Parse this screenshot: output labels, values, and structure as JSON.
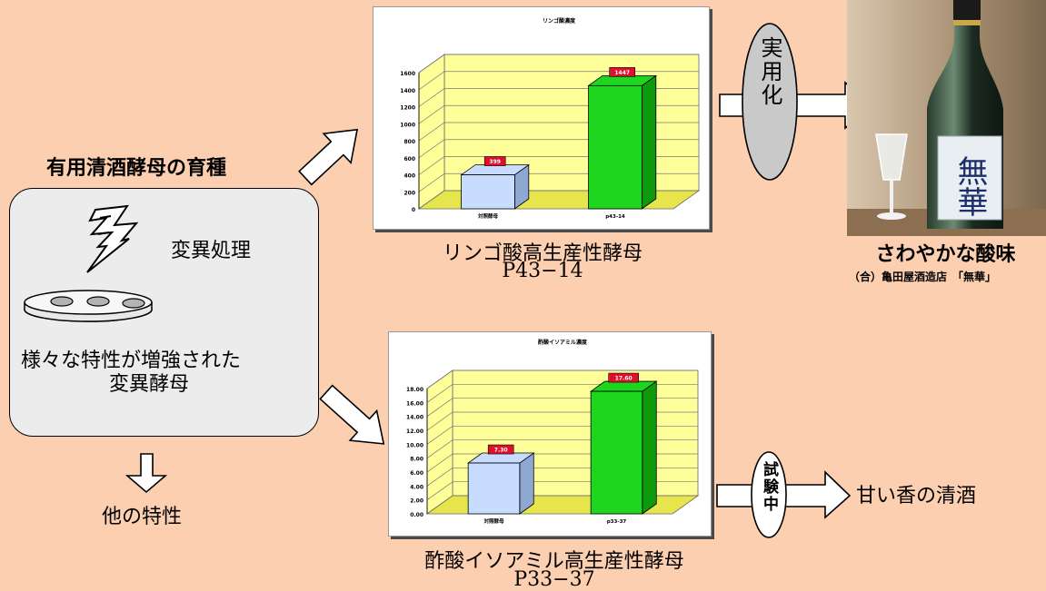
{
  "heading": "有用清酒酵母の育種",
  "mutation_label": "変異処理",
  "mutant_caption_line1": "様々な特性が増強された",
  "mutant_caption_line2": "変異酵母",
  "other_traits": "他の特性",
  "practical_use": "実用化",
  "under_test": "試験中",
  "sweet_sake": "甘い香の清酒",
  "malic_caption": "リンゴ酸高生産性酵母",
  "malic_strain": "P43−14",
  "acetate_caption": "酢酸イソアミル高生産性酵母",
  "acetate_strain": "P33−37",
  "product_caption": "さわやかな酸味",
  "product_credit": "（合）亀田屋酒造店　「無華」",
  "bottle_label": "無華",
  "colors": {
    "background": "#fccfb0",
    "control_bar": "#c8dcff",
    "mutant_bar": "#1fd61f",
    "chart_plot": "#ffff99",
    "chart_floor": "#e6e64c",
    "value_badge": "#e0102c",
    "oval": "#c9c9c9"
  },
  "chart_data": [
    {
      "type": "bar",
      "title": "リンゴ酸濃度",
      "categories": [
        "対照酵母",
        "p43-14"
      ],
      "values": [
        399,
        1447
      ],
      "value_labels": [
        "399",
        "1447"
      ],
      "ylim": [
        0,
        1600
      ],
      "yticks": [
        "0",
        "200",
        "400",
        "600",
        "800",
        "1000",
        "1200",
        "1400",
        "1600"
      ],
      "grid": true,
      "style": "3d"
    },
    {
      "type": "bar",
      "title": "酢酸イソアミル濃度",
      "categories": [
        "対照酵母",
        "p33-37"
      ],
      "values": [
        7.3,
        17.6
      ],
      "value_labels": [
        "7.30",
        "17.60"
      ],
      "ylim": [
        0,
        18
      ],
      "yticks": [
        "0.00",
        "2.00",
        "4.00",
        "6.00",
        "8.00",
        "10.00",
        "12.00",
        "14.00",
        "16.00",
        "18.00"
      ],
      "grid": true,
      "style": "3d"
    }
  ]
}
